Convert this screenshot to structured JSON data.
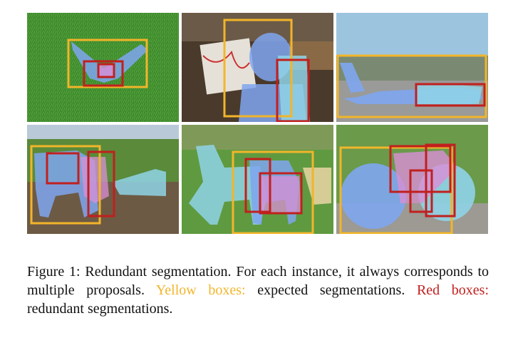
{
  "figure": {
    "caption": {
      "lead": "Figure 1:  Redundant segmentation.  For each instance, it always corresponds to multiple proposals. ",
      "yellow_label": "Yellow boxes:",
      "mid": " expected segmentations. ",
      "red_label": "Red boxes:",
      "tail": " redundant segmentations."
    },
    "colors": {
      "yellow_box": "#F2B52A",
      "red_box": "#C0201E",
      "mask_blue": "#7FA6F0",
      "mask_cyan": "#8FD3E8",
      "mask_pink": "#D98FD6"
    }
  }
}
